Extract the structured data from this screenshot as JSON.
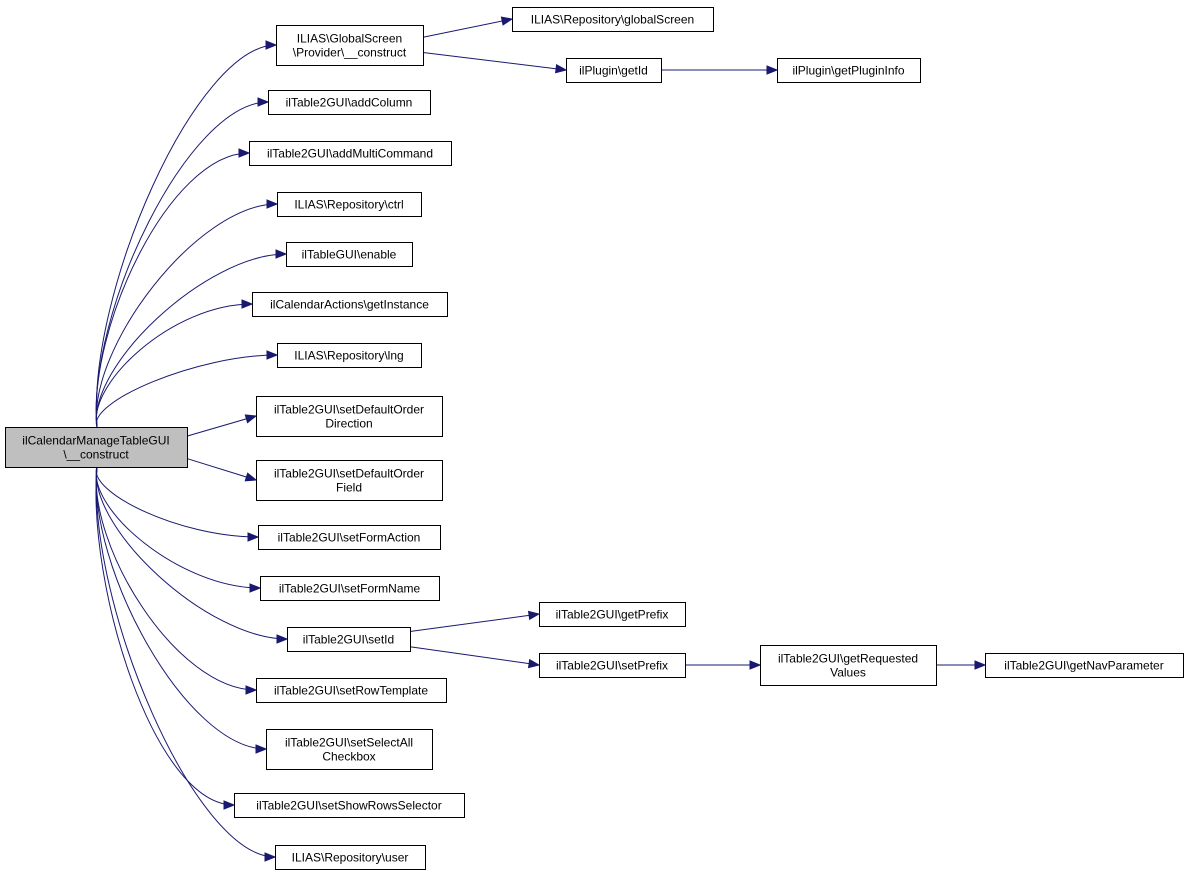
{
  "diagram": {
    "type": "call-graph",
    "colors": {
      "edge": "#191970",
      "root_fill": "#bfbfbf",
      "node_fill": "#ffffff",
      "border": "#000000"
    },
    "nodes": [
      {
        "id": "root",
        "lines": [
          "ilCalendarManageTableGUI",
          "\\__construct"
        ],
        "root": true
      },
      {
        "id": "gs_construct",
        "lines": [
          "ILIAS\\GlobalScreen",
          "\\Provider\\__construct"
        ]
      },
      {
        "id": "repo_globalscreen",
        "lines": [
          "ILIAS\\Repository\\globalScreen"
        ]
      },
      {
        "id": "plugin_getid",
        "lines": [
          "ilPlugin\\getId"
        ]
      },
      {
        "id": "plugin_getplugininfo",
        "lines": [
          "ilPlugin\\getPluginInfo"
        ]
      },
      {
        "id": "addcolumn",
        "lines": [
          "ilTable2GUI\\addColumn"
        ]
      },
      {
        "id": "addmulticommand",
        "lines": [
          "ilTable2GUI\\addMultiCommand"
        ]
      },
      {
        "id": "repo_ctrl",
        "lines": [
          "ILIAS\\Repository\\ctrl"
        ]
      },
      {
        "id": "tablegui_enable",
        "lines": [
          "ilTableGUI\\enable"
        ]
      },
      {
        "id": "calactions_getinstance",
        "lines": [
          "ilCalendarActions\\getInstance"
        ]
      },
      {
        "id": "repo_lng",
        "lines": [
          "ILIAS\\Repository\\lng"
        ]
      },
      {
        "id": "setdefaultorderdirection",
        "lines": [
          "ilTable2GUI\\setDefaultOrder",
          "Direction"
        ]
      },
      {
        "id": "setdefaultorderfield",
        "lines": [
          "ilTable2GUI\\setDefaultOrder",
          "Field"
        ]
      },
      {
        "id": "setformaction",
        "lines": [
          "ilTable2GUI\\setFormAction"
        ]
      },
      {
        "id": "setformname",
        "lines": [
          "ilTable2GUI\\setFormName"
        ]
      },
      {
        "id": "setid",
        "lines": [
          "ilTable2GUI\\setId"
        ]
      },
      {
        "id": "getprefix",
        "lines": [
          "ilTable2GUI\\getPrefix"
        ]
      },
      {
        "id": "setprefix",
        "lines": [
          "ilTable2GUI\\setPrefix"
        ]
      },
      {
        "id": "getrequestedvalues",
        "lines": [
          "ilTable2GUI\\getRequested",
          "Values"
        ]
      },
      {
        "id": "getnavparameter",
        "lines": [
          "ilTable2GUI\\getNavParameter"
        ]
      },
      {
        "id": "setrowtemplate",
        "lines": [
          "ilTable2GUI\\setRowTemplate"
        ]
      },
      {
        "id": "setselectallcheckbox",
        "lines": [
          "ilTable2GUI\\setSelectAll",
          "Checkbox"
        ]
      },
      {
        "id": "setshowrowsselector",
        "lines": [
          "ilTable2GUI\\setShowRowsSelector"
        ]
      },
      {
        "id": "repo_user",
        "lines": [
          "ILIAS\\Repository\\user"
        ]
      }
    ],
    "edges": [
      [
        "root",
        "gs_construct"
      ],
      [
        "gs_construct",
        "repo_globalscreen"
      ],
      [
        "gs_construct",
        "plugin_getid"
      ],
      [
        "plugin_getid",
        "plugin_getplugininfo"
      ],
      [
        "root",
        "addcolumn"
      ],
      [
        "root",
        "addmulticommand"
      ],
      [
        "root",
        "repo_ctrl"
      ],
      [
        "root",
        "tablegui_enable"
      ],
      [
        "root",
        "calactions_getinstance"
      ],
      [
        "root",
        "repo_lng"
      ],
      [
        "root",
        "setdefaultorderdirection"
      ],
      [
        "root",
        "setdefaultorderfield"
      ],
      [
        "root",
        "setformaction"
      ],
      [
        "root",
        "setformname"
      ],
      [
        "root",
        "setid"
      ],
      [
        "setid",
        "getprefix"
      ],
      [
        "setid",
        "setprefix"
      ],
      [
        "setprefix",
        "getrequestedvalues"
      ],
      [
        "getrequestedvalues",
        "getnavparameter"
      ],
      [
        "root",
        "setrowtemplate"
      ],
      [
        "root",
        "setselectallcheckbox"
      ],
      [
        "root",
        "setshowrowsselector"
      ],
      [
        "root",
        "repo_user"
      ]
    ]
  }
}
